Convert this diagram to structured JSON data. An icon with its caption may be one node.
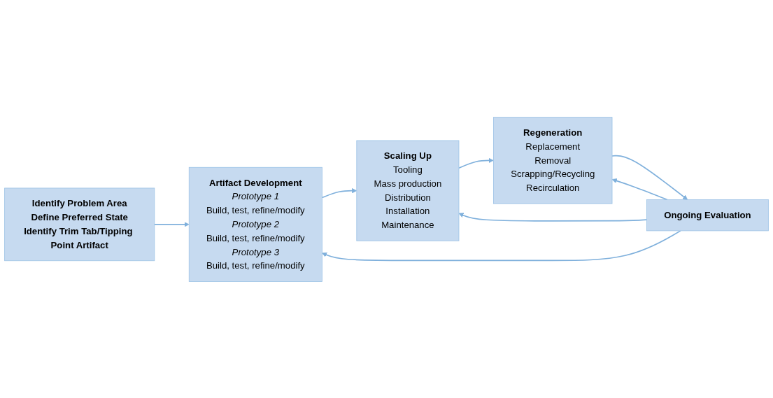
{
  "diagram": {
    "nodes": [
      {
        "text": [
          "Identify Problem Area",
          "Define Preferred State",
          "Identify Trim Tab/Tipping Point Artifact"
        ]
      },
      {
        "text": [
          "Artifact Development",
          "Prototype 1",
          "Build, test, refine/modify",
          "Prototype 2",
          "Build, test, refine/modify",
          "Prototype 3",
          "Build, test, refine/modify"
        ]
      },
      {
        "text": [
          "Scaling Up",
          "Tooling",
          "Mass production",
          "Distribution",
          "Installation",
          "Maintenance"
        ]
      },
      {
        "text": [
          "Regeneration",
          "Replacement",
          "Removal",
          "Scrapping/Recycling",
          "Recirculation"
        ]
      },
      {
        "text": [
          "Ongoing Evaluation"
        ]
      }
    ],
    "edges": [
      {
        "from": 0,
        "to": 1,
        "arrow": "to"
      },
      {
        "from": 1,
        "to": 2,
        "arrow": "to"
      },
      {
        "from": 2,
        "to": 3,
        "arrow": "to"
      },
      {
        "from": 3,
        "to": 4,
        "arrow": "to"
      },
      {
        "from": 4,
        "to": 1,
        "arrow": "to"
      },
      {
        "from": 4,
        "to": 2,
        "arrow": "to"
      },
      {
        "from": 4,
        "to": 3,
        "arrow": "to"
      }
    ]
  }
}
